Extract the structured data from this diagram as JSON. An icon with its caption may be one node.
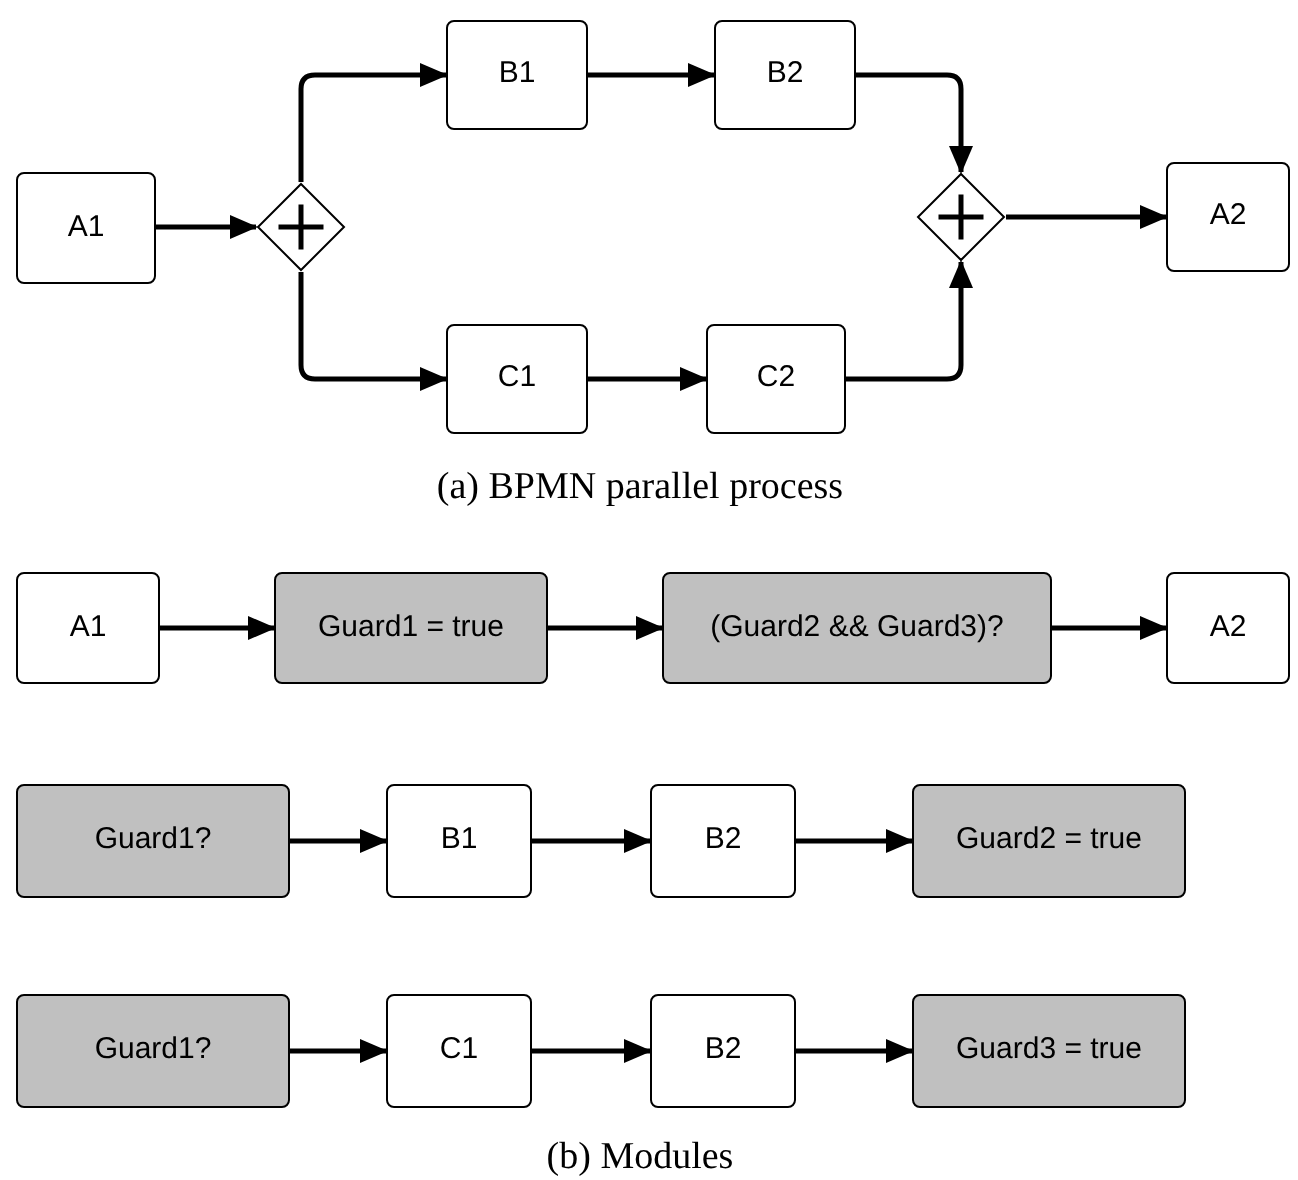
{
  "diagram": {
    "nodes": [
      {
        "text": [
          "A1"
        ]
      },
      {
        "text": [],
        "shape": "diamond"
      },
      {
        "text": [
          "B1"
        ]
      },
      {
        "text": [
          "B2"
        ]
      },
      {
        "text": [
          "C1"
        ]
      },
      {
        "text": [
          "C2"
        ]
      },
      {
        "text": [],
        "shape": "diamond"
      },
      {
        "text": [
          "A2"
        ]
      },
      {
        "text": [
          "A1"
        ]
      },
      {
        "text": [
          "Guard1 = true"
        ]
      },
      {
        "text": [
          "(Guard2 && Guard3)?"
        ]
      },
      {
        "text": [
          "A2"
        ]
      },
      {
        "text": [
          "Guard1?"
        ]
      },
      {
        "text": [
          "B1"
        ]
      },
      {
        "text": [
          "B2"
        ]
      },
      {
        "text": [
          "Guard2 = true"
        ]
      },
      {
        "text": [
          "Guard1?"
        ]
      },
      {
        "text": [
          "C1"
        ]
      },
      {
        "text": [
          "B2"
        ]
      },
      {
        "text": [
          "Guard3 = true"
        ]
      }
    ],
    "edges": [
      {
        "from": 0,
        "to": 1,
        "arrow": "to"
      },
      {
        "from": 1,
        "to": 2,
        "arrow": "to"
      },
      {
        "from": 1,
        "to": 4,
        "arrow": "to"
      },
      {
        "from": 2,
        "to": 3,
        "arrow": "to"
      },
      {
        "from": 4,
        "to": 5,
        "arrow": "to"
      },
      {
        "from": 3,
        "to": 6,
        "arrow": "to"
      },
      {
        "from": 5,
        "to": 6,
        "arrow": "to"
      },
      {
        "from": 6,
        "to": 7,
        "arrow": "to"
      },
      {
        "from": 8,
        "to": 9,
        "arrow": "to"
      },
      {
        "from": 9,
        "to": 10,
        "arrow": "to"
      },
      {
        "from": 10,
        "to": 11,
        "arrow": "to"
      },
      {
        "from": 12,
        "to": 13,
        "arrow": "to"
      },
      {
        "from": 13,
        "to": 14,
        "arrow": "to"
      },
      {
        "from": 14,
        "to": 15,
        "arrow": "to"
      },
      {
        "from": 16,
        "to": 17,
        "arrow": "to"
      },
      {
        "from": 17,
        "to": 18,
        "arrow": "to"
      },
      {
        "from": 18,
        "to": 19,
        "arrow": "to"
      }
    ],
    "labels": [
      "(a) BPMN parallel process",
      "(b) Modules"
    ]
  }
}
